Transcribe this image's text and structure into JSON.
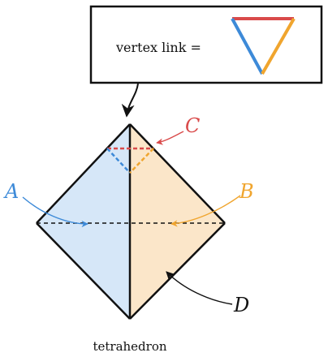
{
  "box": {
    "label": "vertex link ="
  },
  "labels": {
    "a": "A",
    "b": "B",
    "c": "C",
    "d": "D"
  },
  "caption": "tetrahedron",
  "colors": {
    "red": "#d94a4a",
    "blue": "#3d8ad8",
    "orange": "#f0a52e",
    "black": "#111111",
    "blue_fill": "#d6e7f8",
    "orange_fill": "#fbe6c9"
  }
}
